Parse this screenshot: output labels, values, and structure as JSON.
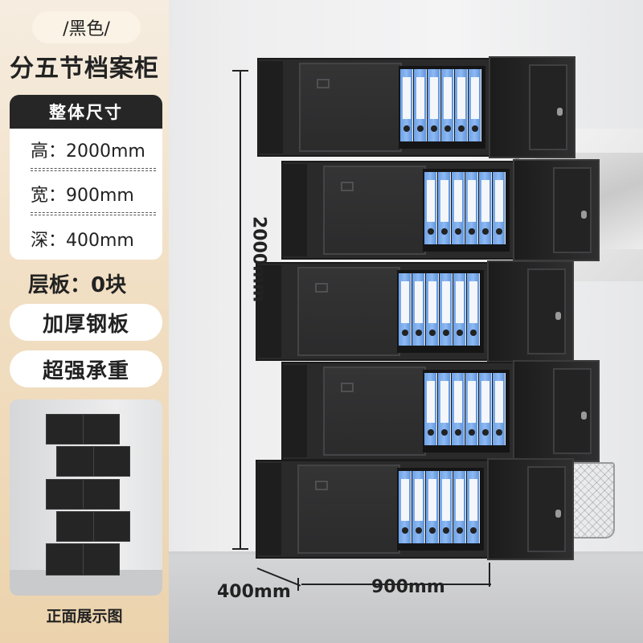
{
  "color_tag": "/黑色/",
  "title": "分五节档案柜",
  "specs": {
    "header": "整体尺寸",
    "height": "高：2000mm",
    "width": "宽：900mm",
    "depth": "深：400mm"
  },
  "shelf": "层板：0块",
  "features": [
    "加厚钢板",
    "超强承重"
  ],
  "thumbnail_caption": "正面展示图",
  "dimensions": {
    "height": "2000mm",
    "depth": "400mm",
    "width": "900mm"
  },
  "colors": {
    "panel": "#f1dfc4",
    "cabinet": "#2a2a2b",
    "binder": "#7aabea"
  }
}
